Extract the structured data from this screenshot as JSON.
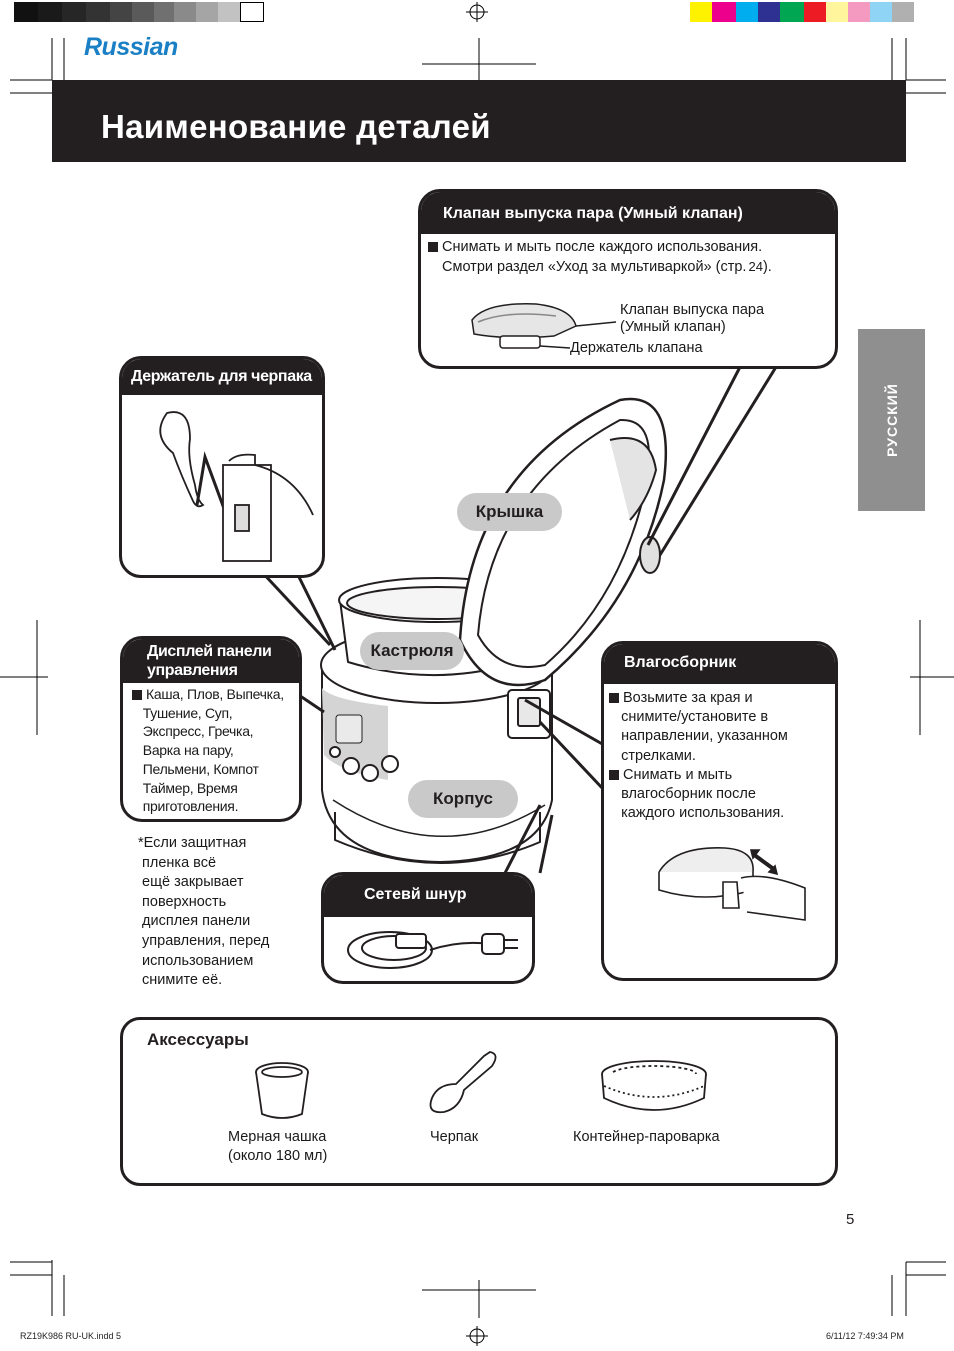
{
  "language_label": "Russian",
  "page_title": "Наименование деталей",
  "side_tab": "РУССКИЙ",
  "valve": {
    "heading": "Клапан выпуска пара (Умный клапан)",
    "line1": "Снимать и мыть после каждого использования.",
    "line2": "Смотри раздел «Уход за мультиваркой» (стр.",
    "page_ref": "24",
    "line2_end": ").",
    "label_valve_1": "Клапан выпуска пара",
    "label_valve_2": "(Умный клапан)",
    "label_holder": "Держатель клапана"
  },
  "ladle_holder": {
    "heading": "Держатель для черпака"
  },
  "labels": {
    "lid": "Крышка",
    "pot": "Кастрюля",
    "body": "Корпус"
  },
  "display": {
    "heading_1": "Дисплей панели",
    "heading_2": "управления",
    "lines": [
      "Каша, Плов, Выпечка,",
      "Тушение, Суп,",
      "Экспресс, Гречка,",
      "Варка на пару,",
      "Пельмени, Компот",
      "Таймер, Время",
      "приготовления."
    ]
  },
  "note": {
    "lines": [
      "*Если защитная",
      "пленка всё",
      "ещё закрывает",
      "поверхность",
      "дисплея панели",
      "управления, перед",
      "использованием",
      "снимите её."
    ]
  },
  "condensation": {
    "heading": "Влагосборник",
    "lines_a": [
      "Возьмите за края и",
      "снимите/установите в",
      "направлении, указанном",
      "стрелками."
    ],
    "lines_b": [
      "Снимать и мыть",
      "влагосборник после",
      "каждого использования."
    ]
  },
  "cord": {
    "heading": "Сетевй шнур"
  },
  "accessories": {
    "heading": "Аксессуары",
    "cup_1": "Мерная чашка",
    "cup_2": "(около 180 мл)",
    "ladle": "Черпак",
    "steamer": "Контейнер-пароварка"
  },
  "page_number": "5",
  "footer_left": "RZ19K986 RU-UK.indd   5",
  "footer_right": "6/11/12   7:49:34 PM",
  "colors": {
    "dark": "#231f20",
    "accent": "#1a7fc4",
    "tab_gray": "#8f8f8f",
    "pill_gray": "#c9c9c9"
  }
}
